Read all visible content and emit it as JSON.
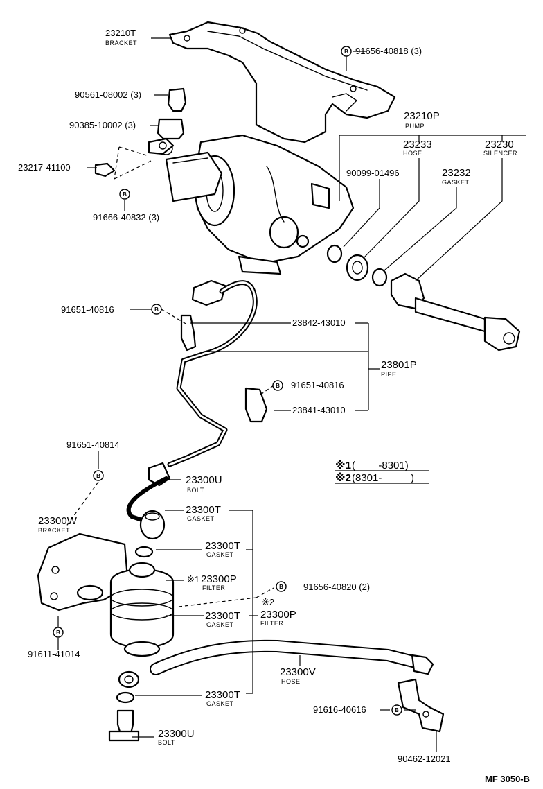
{
  "callouts": {
    "c1": {
      "number": "23210T",
      "name": "BRACKET"
    },
    "c2": {
      "number": "91656-40818 (3)"
    },
    "c3": {
      "number": "90561-08002 (3)"
    },
    "c4": {
      "number": "90385-10002 (3)"
    },
    "c5": {
      "number": "23217-41100"
    },
    "c6": {
      "number": "91666-40832 (3)"
    },
    "c7": {
      "number": "23210P",
      "name": "PUMP"
    },
    "c8": {
      "number": "23233",
      "name": "HOSE"
    },
    "c9": {
      "number": "23230",
      "name": "SILENCER"
    },
    "c10": {
      "number": "90099-01496"
    },
    "c11": {
      "number": "23232",
      "name": "GASKET"
    },
    "c12": {
      "number": "91651-40816"
    },
    "c13": {
      "number": "23842-43010"
    },
    "c14": {
      "number": "23801P",
      "name": "PIPE"
    },
    "c15": {
      "number": "91651-40816"
    },
    "c16": {
      "number": "23841-43010"
    },
    "c17": {
      "number": "91651-40814"
    },
    "c18": {
      "number": "23300U",
      "name": "BOLT"
    },
    "c19": {
      "number": "23300T",
      "name": "GASKET"
    },
    "c20": {
      "number": "23300W",
      "name": "BRACKET"
    },
    "c21": {
      "number": "23300T",
      "name": "GASKET"
    },
    "c22": {
      "mark": "※1",
      "number": "23300P",
      "name": "FILTER"
    },
    "c23": {
      "number": "91656-40820 (2)"
    },
    "c24": {
      "mark": "※2",
      "number": "23300P",
      "name": "FILTER"
    },
    "c25": {
      "number": "23300T",
      "name": "GASKET"
    },
    "c26": {
      "number": "91611-41014"
    },
    "c27": {
      "number": "23300V",
      "name": "HOSE"
    },
    "c28": {
      "number": "23300T",
      "name": "GASKET"
    },
    "c29": {
      "number": "91616-40616"
    },
    "c30": {
      "number": "23300U",
      "name": "BOLT"
    },
    "c31": {
      "number": "90462-12021"
    }
  },
  "bolt_mark": "B",
  "legend": {
    "row1_mark": "※1",
    "row1_range": "(        -8301)",
    "row2_mark": "※2",
    "row2_range": "(8301-          )"
  },
  "figure_code": "MF 3050-B"
}
